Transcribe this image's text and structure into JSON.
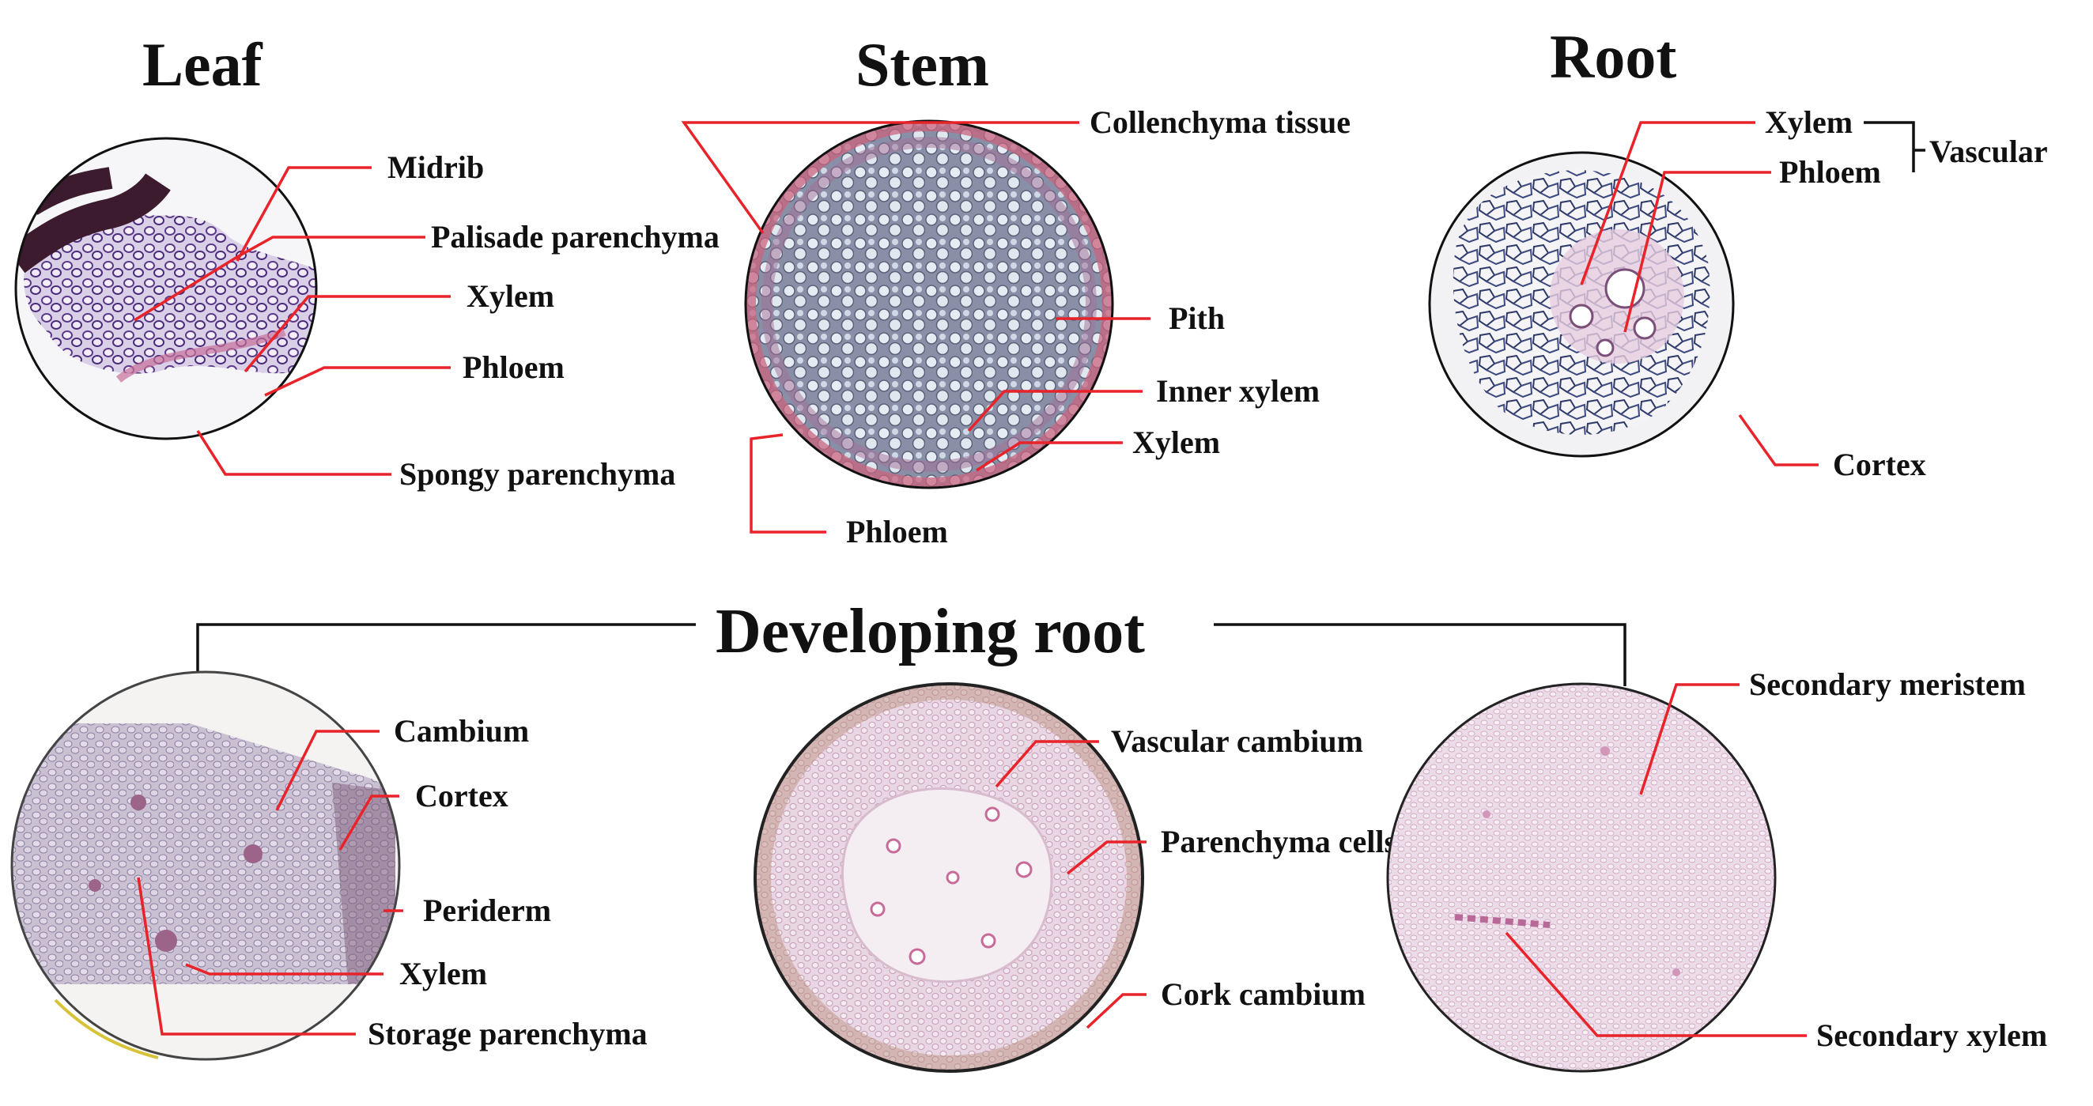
{
  "titles": {
    "leaf": "Leaf",
    "stem": "Stem",
    "root": "Root",
    "developing_root": "Developing root"
  },
  "leaf_labels": {
    "midrib": "Midrib",
    "palisade": "Palisade parenchyma",
    "xylem": "Xylem",
    "phloem": "Phloem",
    "spongy": "Spongy parenchyma"
  },
  "stem_labels": {
    "collenchyma": "Collenchyma tissue",
    "pith": "Pith",
    "inner_xylem": "Inner xylem",
    "xylem": "Xylem",
    "phloem": "Phloem"
  },
  "root_labels": {
    "xylem": "Xylem",
    "phloem": "Phloem",
    "vascular": "Vascular",
    "cortex": "Cortex"
  },
  "dev_root_1_labels": {
    "cambium": "Cambium",
    "cortex": "Cortex",
    "periderm": "Periderm",
    "xylem": "Xylem",
    "storage": "Storage parenchyma"
  },
  "dev_root_2_labels": {
    "vascular_cambium": "Vascular cambium",
    "parenchyma": "Parenchyma cells",
    "cork_cambium": "Cork cambium"
  },
  "dev_root_3_labels": {
    "secondary_meristem": "Secondary meristem",
    "secondary_xylem": "Secondary xylem"
  },
  "colors": {
    "leader": "#e8232a",
    "text": "#111111"
  }
}
